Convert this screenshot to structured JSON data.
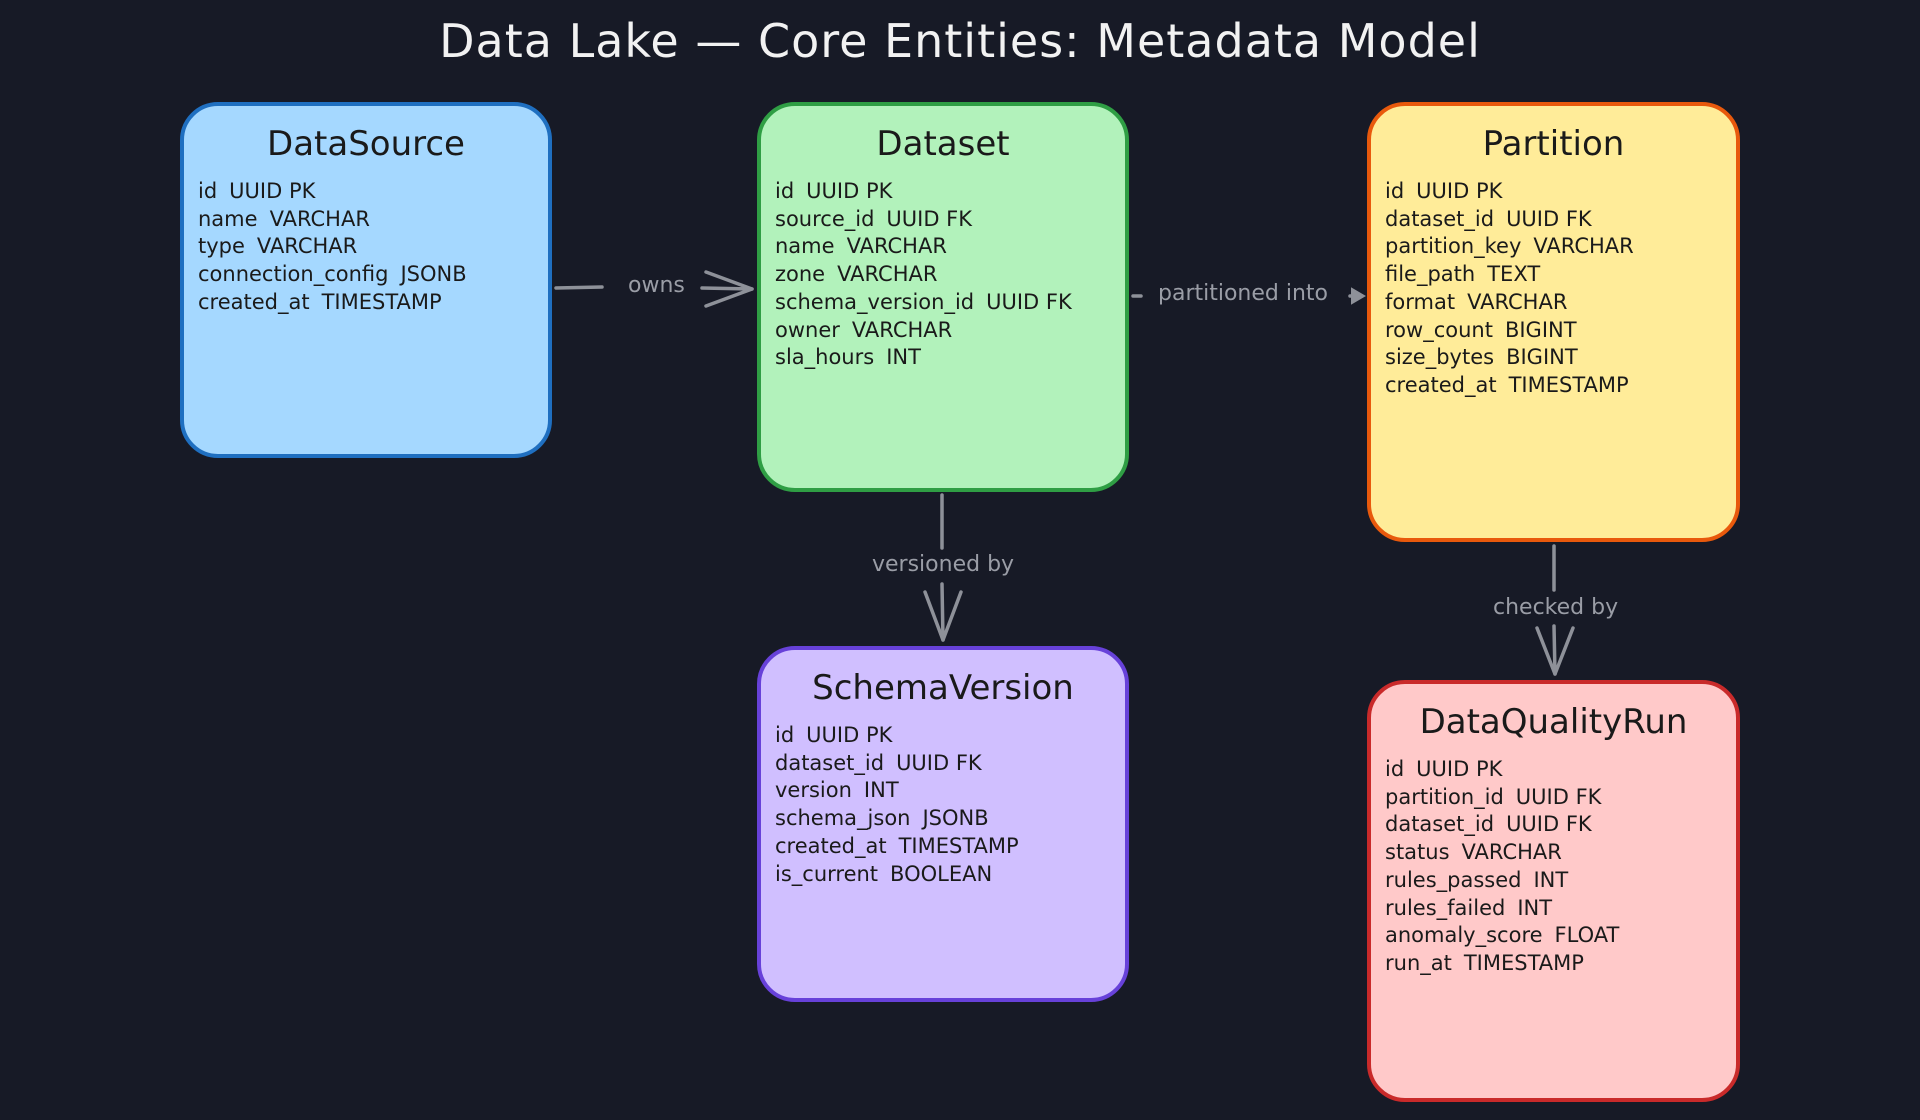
{
  "title": "Data Lake — Core Entities: Metadata Model",
  "colors": {
    "background": "#171a26",
    "edge": "#8e9199"
  },
  "entities": [
    {
      "id": "datasource",
      "name": "DataSource",
      "fill": "#a5d8ff",
      "stroke": "#1f6fc0",
      "fields": [
        {
          "name": "id",
          "type": "UUID PK"
        },
        {
          "name": "name",
          "type": "VARCHAR"
        },
        {
          "name": "type",
          "type": "VARCHAR"
        },
        {
          "name": "connection_config",
          "type": "JSONB"
        },
        {
          "name": "created_at",
          "type": "TIMESTAMP"
        }
      ]
    },
    {
      "id": "dataset",
      "name": "Dataset",
      "fill": "#b2f2bb",
      "stroke": "#2f9e44",
      "fields": [
        {
          "name": "id",
          "type": "UUID PK"
        },
        {
          "name": "source_id",
          "type": "UUID FK"
        },
        {
          "name": "name",
          "type": "VARCHAR"
        },
        {
          "name": "zone",
          "type": "VARCHAR"
        },
        {
          "name": "schema_version_id",
          "type": "UUID FK"
        },
        {
          "name": "owner",
          "type": "VARCHAR"
        },
        {
          "name": "sla_hours",
          "type": "INT"
        }
      ]
    },
    {
      "id": "partition",
      "name": "Partition",
      "fill": "#ffec99",
      "stroke": "#e8590c",
      "fields": [
        {
          "name": "id",
          "type": "UUID PK"
        },
        {
          "name": "dataset_id",
          "type": "UUID FK"
        },
        {
          "name": "partition_key",
          "type": "VARCHAR"
        },
        {
          "name": "file_path",
          "type": "TEXT"
        },
        {
          "name": "format",
          "type": "VARCHAR"
        },
        {
          "name": "row_count",
          "type": "BIGINT"
        },
        {
          "name": "size_bytes",
          "type": "BIGINT"
        },
        {
          "name": "created_at",
          "type": "TIMESTAMP"
        }
      ]
    },
    {
      "id": "schemaversion",
      "name": "SchemaVersion",
      "fill": "#d0bfff",
      "stroke": "#6741d9",
      "fields": [
        {
          "name": "id",
          "type": "UUID PK"
        },
        {
          "name": "dataset_id",
          "type": "UUID FK"
        },
        {
          "name": "version",
          "type": "INT"
        },
        {
          "name": "schema_json",
          "type": "JSONB"
        },
        {
          "name": "created_at",
          "type": "TIMESTAMP"
        },
        {
          "name": "is_current",
          "type": "BOOLEAN"
        }
      ]
    },
    {
      "id": "dataqualityrun",
      "name": "DataQualityRun",
      "fill": "#ffc9c9",
      "stroke": "#c92a2a",
      "fields": [
        {
          "name": "id",
          "type": "UUID PK"
        },
        {
          "name": "partition_id",
          "type": "UUID FK"
        },
        {
          "name": "dataset_id",
          "type": "UUID FK"
        },
        {
          "name": "status",
          "type": "VARCHAR"
        },
        {
          "name": "rules_passed",
          "type": "INT"
        },
        {
          "name": "rules_failed",
          "type": "INT"
        },
        {
          "name": "anomaly_score",
          "type": "FLOAT"
        },
        {
          "name": "run_at",
          "type": "TIMESTAMP"
        }
      ]
    }
  ],
  "relations": [
    {
      "from": "datasource",
      "to": "dataset",
      "label": "owns"
    },
    {
      "from": "dataset",
      "to": "partition",
      "label": "partitioned into"
    },
    {
      "from": "dataset",
      "to": "schemaversion",
      "label": "versioned by"
    },
    {
      "from": "partition",
      "to": "dataqualityrun",
      "label": "checked by"
    }
  ]
}
